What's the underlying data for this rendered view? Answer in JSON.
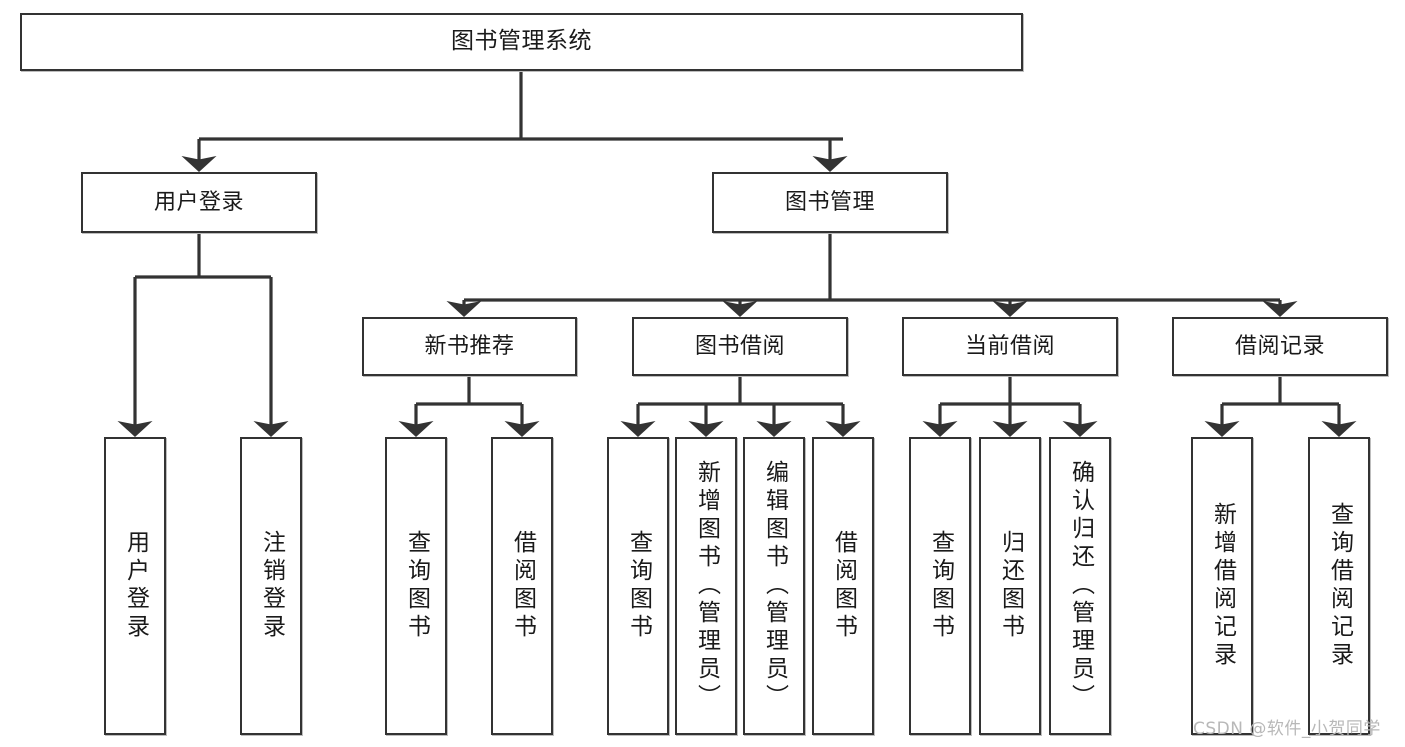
{
  "diagram": {
    "type": "hierarchy-tree",
    "title_node": {
      "id": "root",
      "label": "图书管理系统"
    },
    "level2": [
      {
        "id": "user-login",
        "label": "用户登录"
      },
      {
        "id": "book-manage",
        "label": "图书管理"
      }
    ],
    "level3": [
      {
        "id": "new-book-rec",
        "label": "新书推荐",
        "parent": "book-manage"
      },
      {
        "id": "book-borrow",
        "label": "图书借阅",
        "parent": "book-manage"
      },
      {
        "id": "current-borrow",
        "label": "当前借阅",
        "parent": "book-manage"
      },
      {
        "id": "borrow-record",
        "label": "借阅记录",
        "parent": "book-manage"
      }
    ],
    "leaves": [
      {
        "id": "leaf-user-login",
        "label": "用户登录",
        "parent": "user-login"
      },
      {
        "id": "leaf-user-logout",
        "label": "注销登录",
        "parent": "user-login"
      },
      {
        "id": "leaf-query-book-1",
        "label": "查询图书",
        "parent": "new-book-rec"
      },
      {
        "id": "leaf-borrow-book-1",
        "label": "借阅图书",
        "parent": "new-book-rec"
      },
      {
        "id": "leaf-query-book-2",
        "label": "查询图书",
        "parent": "book-borrow"
      },
      {
        "id": "leaf-add-book",
        "label": "新增图书（管理员）",
        "parent": "book-borrow"
      },
      {
        "id": "leaf-edit-book",
        "label": "编辑图书（管理员）",
        "parent": "book-borrow"
      },
      {
        "id": "leaf-borrow-book-2",
        "label": "借阅图书",
        "parent": "book-borrow"
      },
      {
        "id": "leaf-query-book-3",
        "label": "查询图书",
        "parent": "current-borrow"
      },
      {
        "id": "leaf-return-book",
        "label": "归还图书",
        "parent": "current-borrow"
      },
      {
        "id": "leaf-confirm-return",
        "label": "确认归还（管理员）",
        "parent": "current-borrow"
      },
      {
        "id": "leaf-add-record",
        "label": "新增借阅记录",
        "parent": "borrow-record"
      },
      {
        "id": "leaf-query-record",
        "label": "查询借阅记录",
        "parent": "borrow-record"
      }
    ],
    "colors": {
      "box_border": "#333333",
      "box_fill": "#ffffff",
      "edge": "#333333",
      "text": "#1a1a1a",
      "watermark": "#b8b8b8",
      "background": "#ffffff"
    }
  },
  "watermark": {
    "text": "CSDN @软件_小贺同学"
  }
}
